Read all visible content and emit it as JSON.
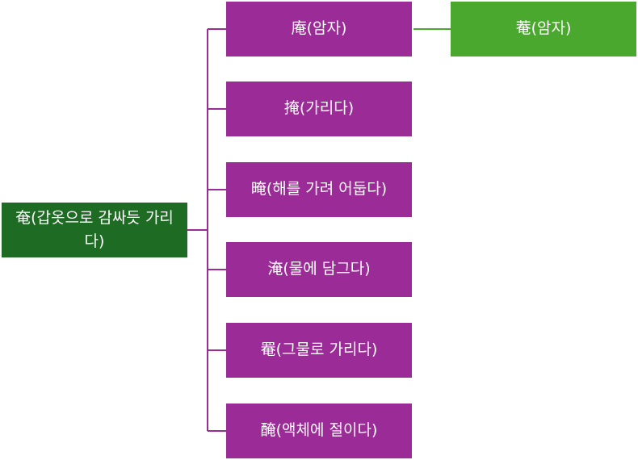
{
  "diagram": {
    "colors": {
      "root": "#1e6b24",
      "children": "#9b2c97",
      "leaf": "#4aa82e",
      "root_connector": "#9b2c97",
      "leaf_connector": "#4aa82e"
    },
    "root": {
      "label": "奄(갑옷으로 감싸듯 가리다)"
    },
    "children": [
      {
        "label": "庵(암자)"
      },
      {
        "label": "掩(가리다)"
      },
      {
        "label": "晻(해를 가려 어둡다)"
      },
      {
        "label": "淹(물에 담그다)"
      },
      {
        "label": "罨(그물로 가리다)"
      },
      {
        "label": "醃(액체에 절이다)"
      }
    ],
    "leaf": {
      "label": "菴(암자)",
      "parent": "庵(암자)"
    }
  }
}
